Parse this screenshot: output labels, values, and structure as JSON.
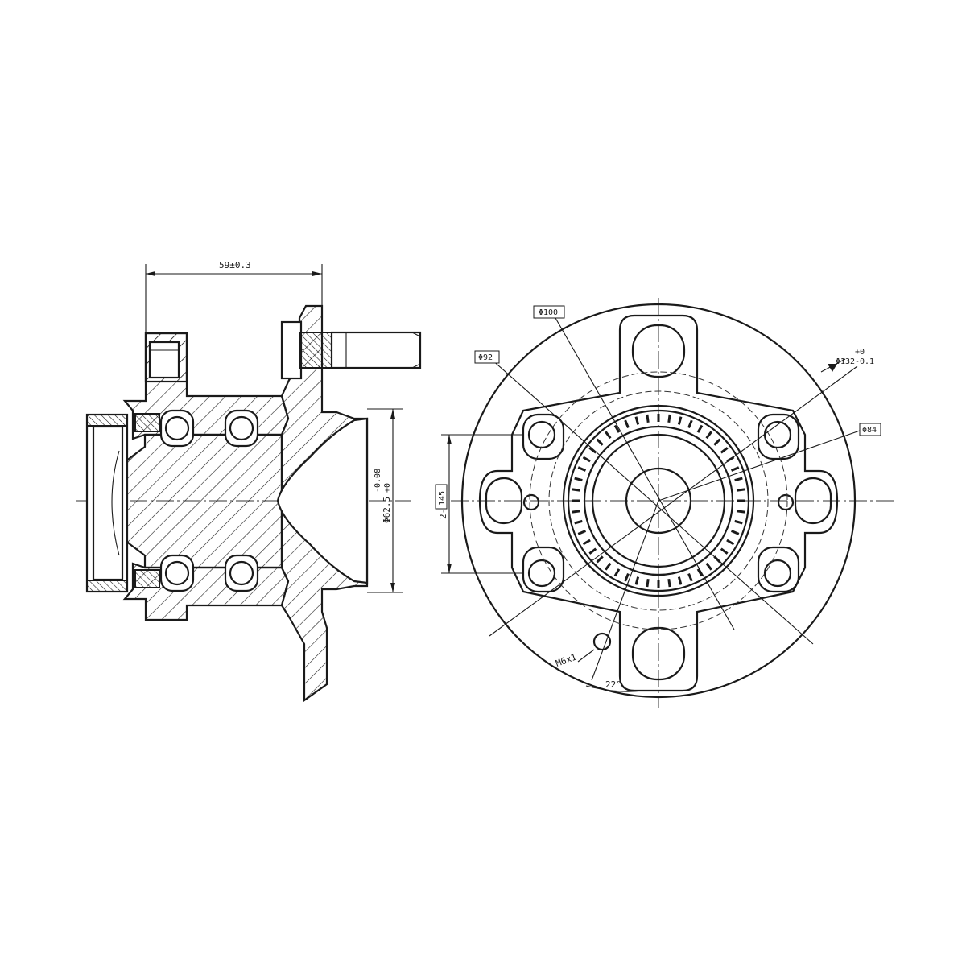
{
  "side_view": {
    "dim_width": "59±0.3",
    "dim_bore": "Φ62.5",
    "dim_bore_tol": "+0",
    "dim_bore_tol2": "-0.08"
  },
  "front_view": {
    "dim_pcd100": "Φ100",
    "dim_pcd92": "Φ92",
    "dim_132": "Φ132",
    "dim_132_tol": "+0",
    "dim_132_tol2": "-0.1",
    "dim_84": "Φ84",
    "dim_holes": "2-",
    "dim_holes_val": "145",
    "dim_thread": "M6x1",
    "dim_angle": "22°",
    "abs_teeth": 48,
    "bolt_holes": 4
  }
}
